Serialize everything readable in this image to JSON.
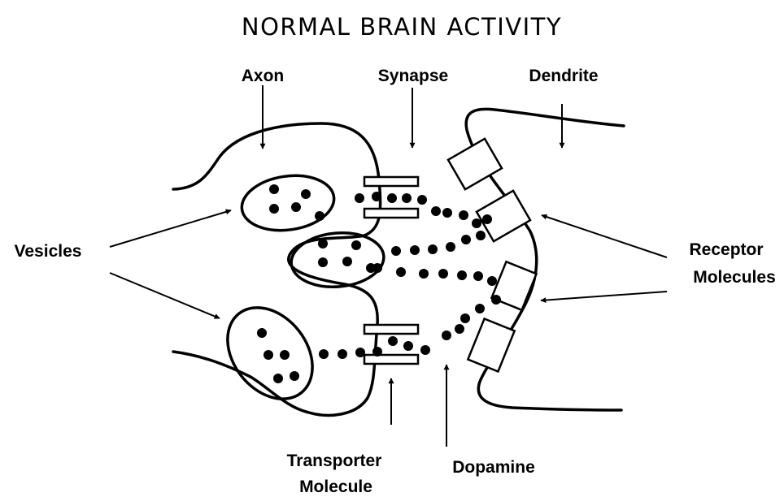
{
  "title": "NORMAL BRAIN ACTIVITY",
  "labels": {
    "axon": "Axon",
    "synapse": "Synapse",
    "dendrite": "Dendrite",
    "vesicles": "Vesicles",
    "receptor_line1": "Receptor",
    "receptor_line2": "Molecules",
    "transporter_line1": "Transporter",
    "transporter_line2": "Molecule",
    "dopamine": "Dopamine"
  }
}
